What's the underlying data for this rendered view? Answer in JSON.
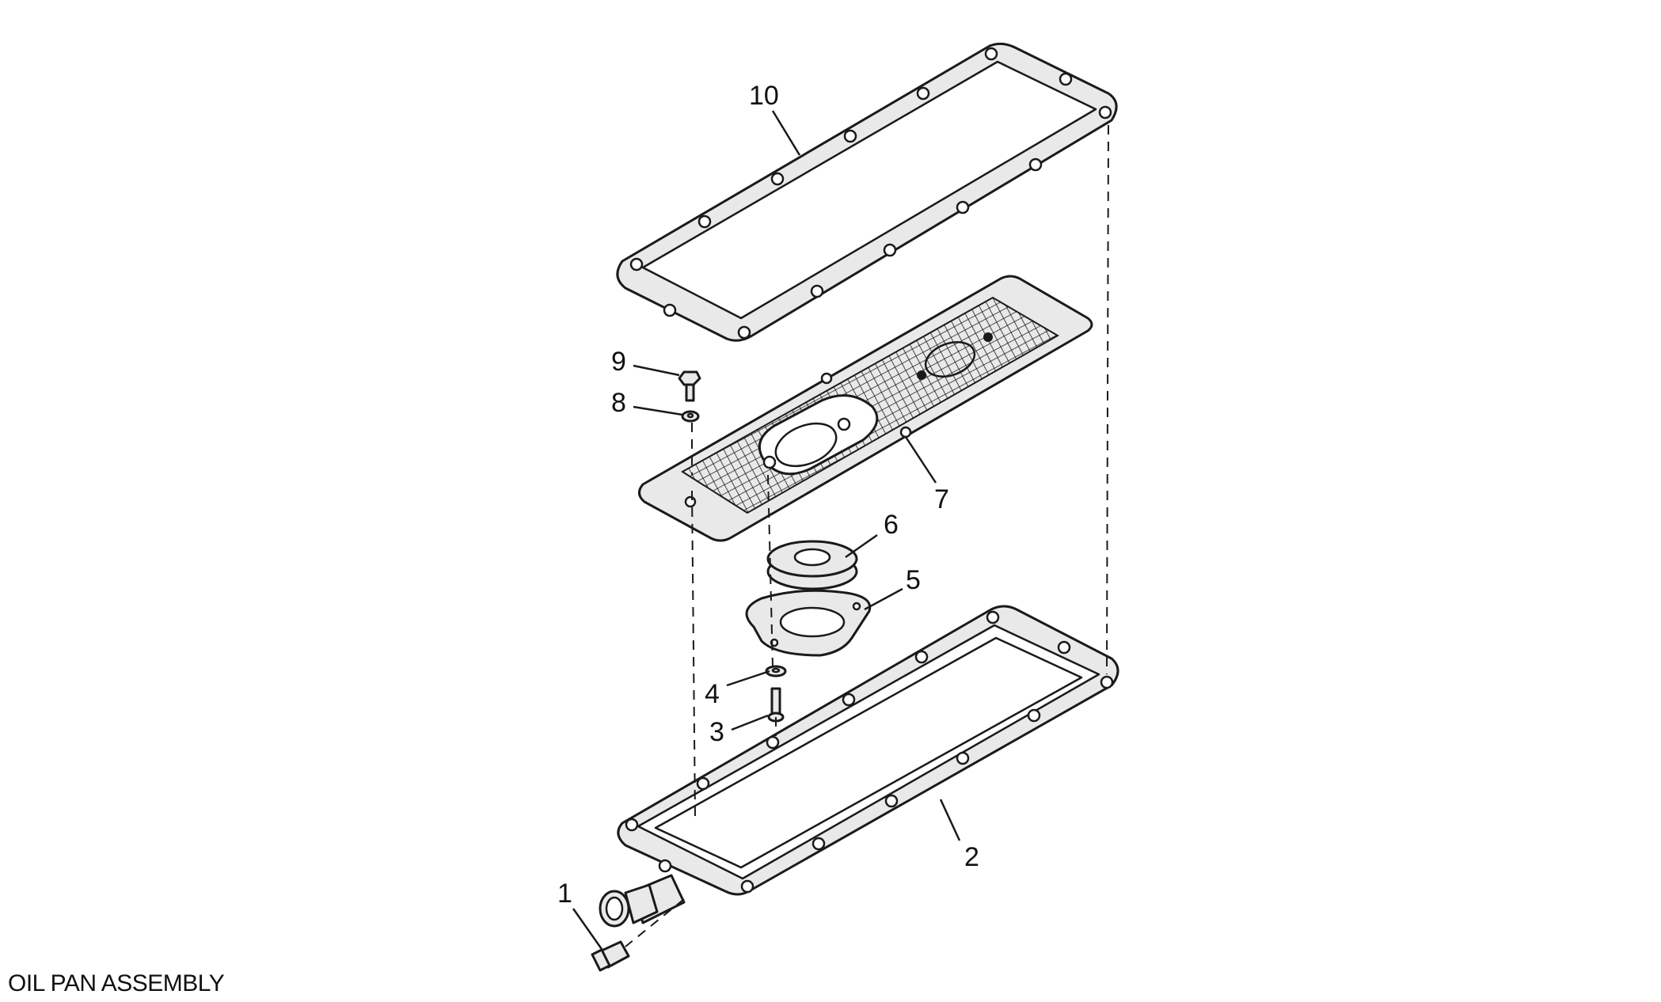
{
  "caption": "OIL PAN ASSEMBLY",
  "callouts": {
    "c1": "1",
    "c2": "2",
    "c3": "3",
    "c4": "4",
    "c5": "5",
    "c6": "6",
    "c7": "7",
    "c8": "8",
    "c9": "9",
    "c10": "10"
  }
}
